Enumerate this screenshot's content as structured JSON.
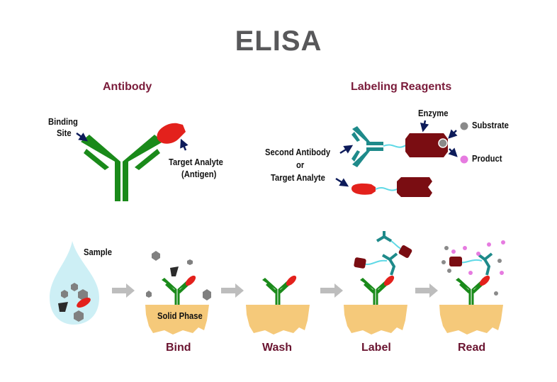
{
  "title": "ELISA",
  "antibody_panel": {
    "heading": "Antibody",
    "binding_site_label_line1": "Binding",
    "binding_site_label_line2": "Site",
    "target_label_line1": "Target Analyte",
    "target_label_line2": "(Antigen)"
  },
  "reagents_panel": {
    "heading": "Labeling Reagents",
    "enzyme_label": "Enzyme",
    "substrate_label": "Substrate",
    "product_label": "Product",
    "second_line1": "Second Antibody",
    "second_line2": "or",
    "second_line3": "Target Analyte"
  },
  "process": {
    "sample_label": "Sample",
    "solid_phase_label": "Solid Phase",
    "steps": [
      "Bind",
      "Wash",
      "Label",
      "Read"
    ]
  },
  "colors": {
    "antibody": "#1a8a1a",
    "antigen": "#e3211c",
    "second_antibody": "#1e8a8a",
    "enzyme": "#7a0d12",
    "substrate": "#8a8a8a",
    "product": "#e67be0",
    "solid_phase": "#f5c97a",
    "sample_drop": "#cdeff5",
    "arrow": "#bdbdbd",
    "pointer": "#0d1b5a"
  }
}
